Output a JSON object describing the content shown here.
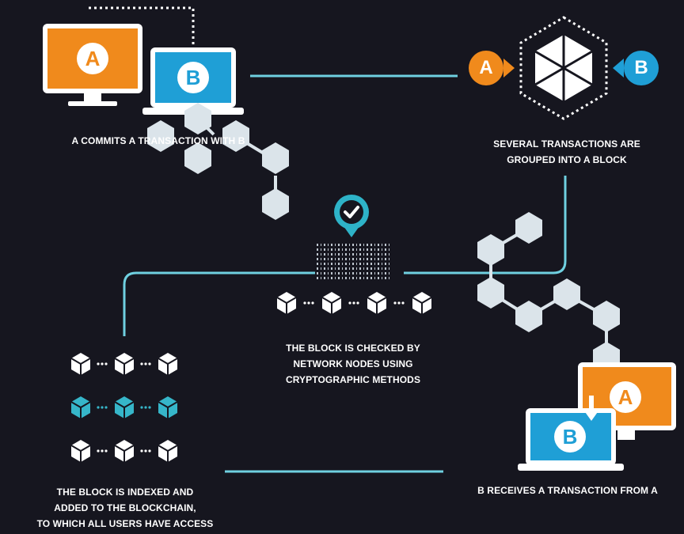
{
  "colors": {
    "background": "#16161f",
    "teal": "#2eb3c8",
    "orange": "#f08a1c",
    "blue": "#1f9fd6",
    "hex_fill": "#dbe4ea",
    "line": "#6fd0e0"
  },
  "user_a": {
    "letter": "A"
  },
  "user_b": {
    "letter": "B"
  },
  "step1": {
    "caption": "A COMMITS A TRANSACTION WITH B"
  },
  "step2": {
    "caption_lines": [
      "SEVERAL TRANSACTIONS ARE",
      "GROUPED INTO A BLOCK"
    ]
  },
  "step3": {
    "caption_lines": [
      "THE BLOCK IS CHECKED BY",
      "NETWORK NODES USING",
      "CRYPTOGRAPHIC METHODS"
    ],
    "icon": "checkmark-icon"
  },
  "step4": {
    "caption_lines": [
      "THE BLOCK IS INDEXED AND",
      "ADDED TO THE BLOCKCHAIN,",
      "TO WHICH ALL USERS HAVE ACCESS"
    ]
  },
  "step5": {
    "caption": "B RECEIVES A TRANSACTION FROM A"
  },
  "block_icon": "cube-icon"
}
